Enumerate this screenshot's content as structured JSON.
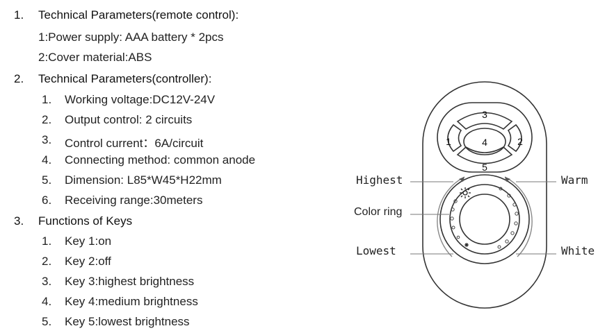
{
  "sections": [
    {
      "number": "1.",
      "title": "Technical Parameters(remote control):",
      "items": [
        "1:Power supply: AAA battery * 2pcs",
        "2:Cover material:ABS"
      ]
    },
    {
      "number": "2.",
      "title": "Technical Parameters(controller):",
      "items": [
        {
          "n": "1.",
          "text": "Working voltage:DC12V-24V"
        },
        {
          "n": "2.",
          "text": "Output control: 2 circuits"
        },
        {
          "n": "3.",
          "text": "Control current：6A/circuit"
        },
        {
          "n": "4.",
          "text": "Connecting method: common anode"
        },
        {
          "n": "5.",
          "text": "Dimension: L85*W45*H22mm"
        },
        {
          "n": "6.",
          "text": "Receiving range:30meters"
        }
      ]
    },
    {
      "number": "3.",
      "title": "Functions of Keys",
      "items": [
        {
          "n": "1.",
          "text": "Key 1:on"
        },
        {
          "n": "2.",
          "text": "Key 2:off"
        },
        {
          "n": "3.",
          "text": "Key 3:highest brightness"
        },
        {
          "n": "4.",
          "text": "Key 4:medium brightness"
        },
        {
          "n": "5.",
          "text": "Key 5:lowest brightness"
        }
      ]
    }
  ],
  "diagram": {
    "keys": {
      "k1": "1",
      "k2": "2",
      "k3": "3",
      "k4": "4",
      "k5": "5"
    },
    "labels": {
      "highest": "Highest",
      "warm": "Warm",
      "color_ring": "Color ring",
      "lowest": "Lowest",
      "white": "White"
    }
  }
}
